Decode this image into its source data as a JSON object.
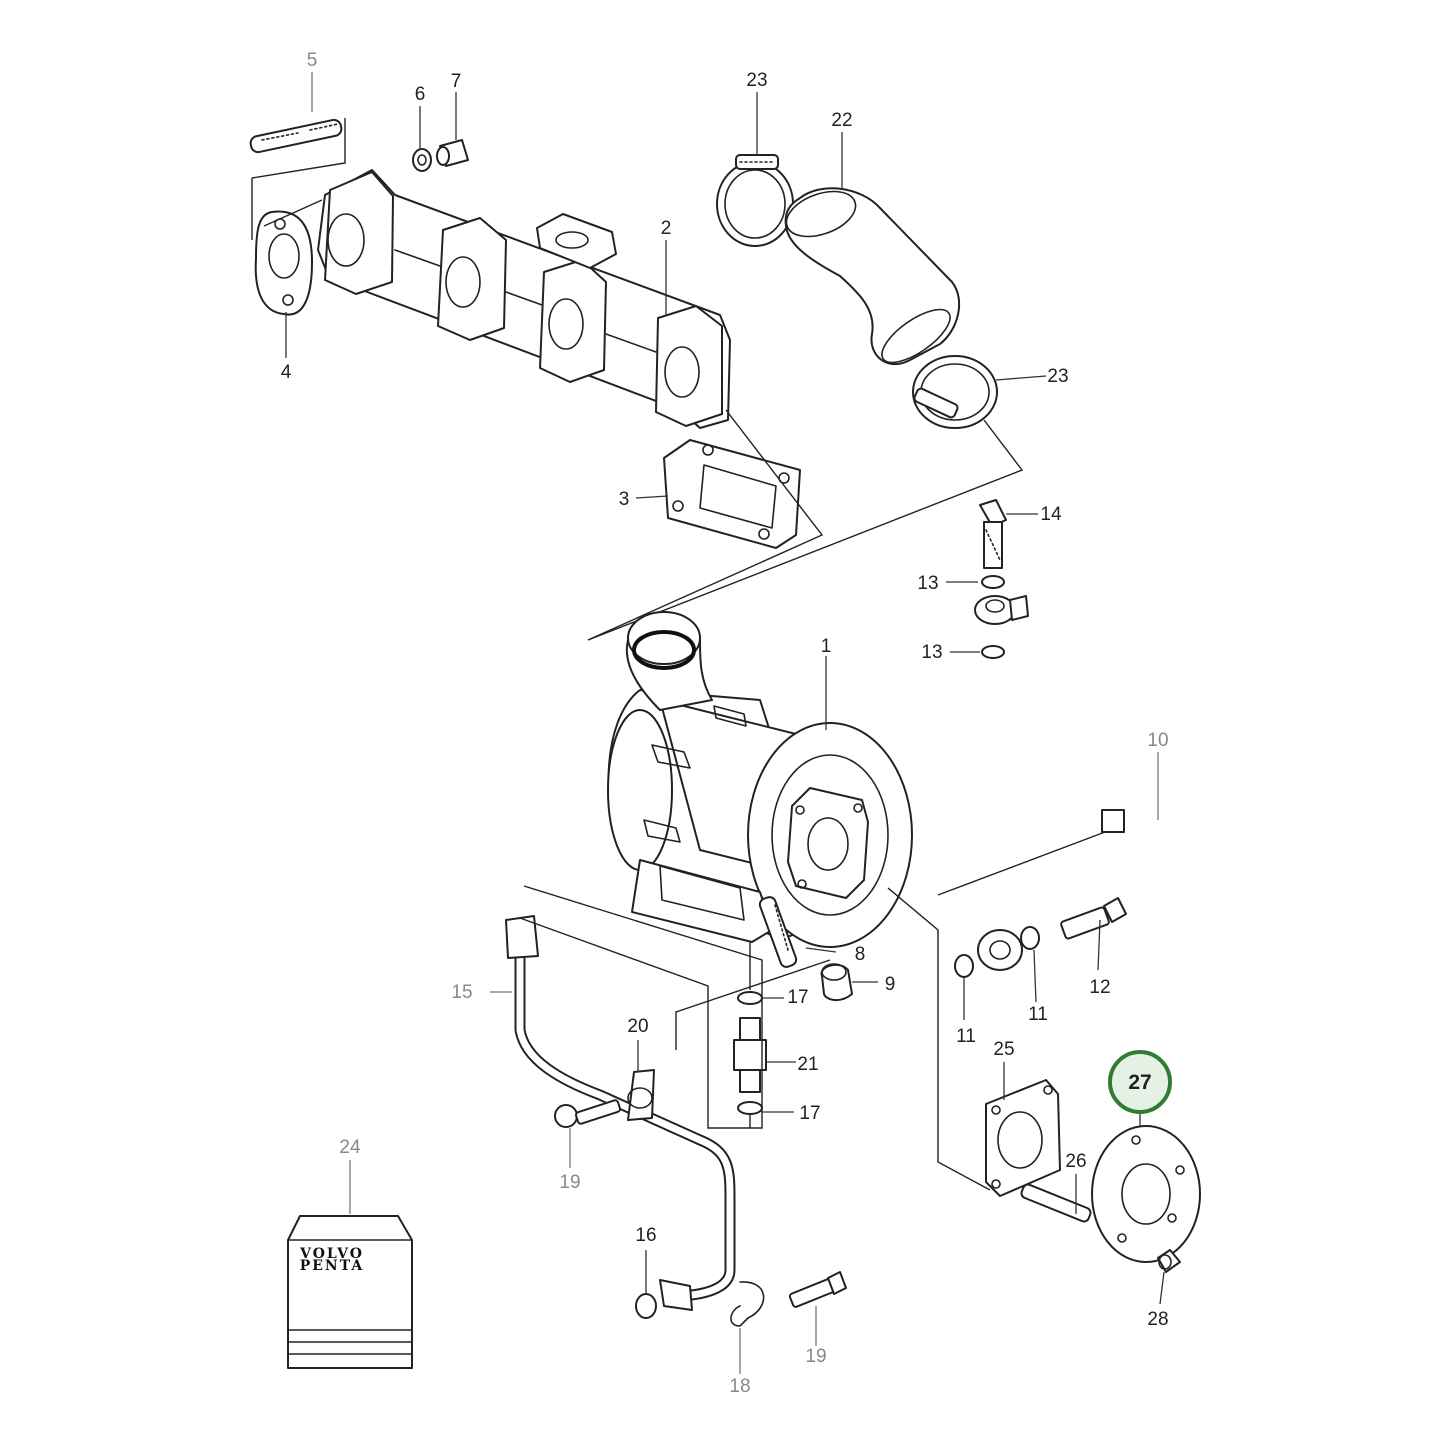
{
  "diagram": {
    "brand_line1": "VOLVO",
    "brand_line2": "PENTA",
    "highlighted_part": "27",
    "callouts": [
      {
        "id": "c1",
        "label": "1"
      },
      {
        "id": "c2",
        "label": "2"
      },
      {
        "id": "c3",
        "label": "3"
      },
      {
        "id": "c4",
        "label": "4"
      },
      {
        "id": "c5",
        "label": "5"
      },
      {
        "id": "c6",
        "label": "6"
      },
      {
        "id": "c7",
        "label": "7"
      },
      {
        "id": "c8",
        "label": "8"
      },
      {
        "id": "c9",
        "label": "9"
      },
      {
        "id": "c10",
        "label": "10"
      },
      {
        "id": "c11a",
        "label": "11"
      },
      {
        "id": "c11b",
        "label": "11"
      },
      {
        "id": "c12",
        "label": "12"
      },
      {
        "id": "c13a",
        "label": "13"
      },
      {
        "id": "c13b",
        "label": "13"
      },
      {
        "id": "c14",
        "label": "14"
      },
      {
        "id": "c15",
        "label": "15"
      },
      {
        "id": "c16",
        "label": "16"
      },
      {
        "id": "c17a",
        "label": "17"
      },
      {
        "id": "c17b",
        "label": "17"
      },
      {
        "id": "c18",
        "label": "18"
      },
      {
        "id": "c19a",
        "label": "19"
      },
      {
        "id": "c19b",
        "label": "19"
      },
      {
        "id": "c20",
        "label": "20"
      },
      {
        "id": "c21",
        "label": "21"
      },
      {
        "id": "c22",
        "label": "22"
      },
      {
        "id": "c23a",
        "label": "23"
      },
      {
        "id": "c23b",
        "label": "23"
      },
      {
        "id": "c24",
        "label": "24"
      },
      {
        "id": "c25",
        "label": "25"
      },
      {
        "id": "c26",
        "label": "26"
      },
      {
        "id": "c28",
        "label": "28"
      }
    ]
  },
  "colors": {
    "line": "#222222",
    "grey_label": "#888888",
    "highlight_stroke": "#2f7d33",
    "highlight_fill": "#e6f1e6"
  }
}
